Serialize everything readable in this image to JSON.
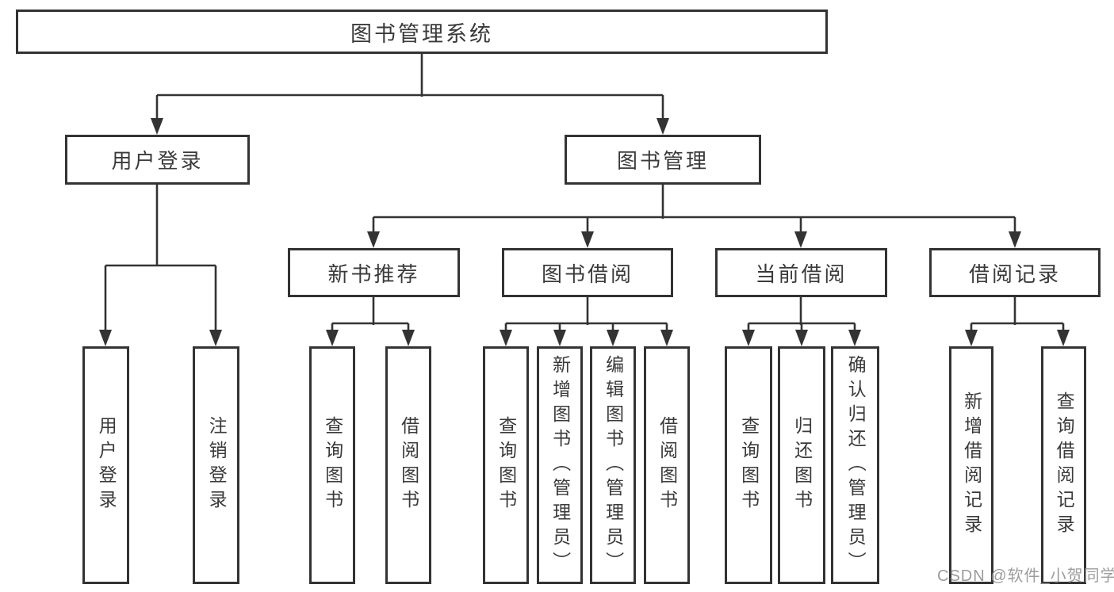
{
  "tree": {
    "root": {
      "label": "图书管理系统"
    },
    "branches": [
      {
        "label": "用户登录",
        "children": [
          {
            "label": "用户登录"
          },
          {
            "label": "注销登录"
          }
        ]
      },
      {
        "label": "图书管理",
        "children": [
          {
            "label": "新书推荐",
            "children": [
              {
                "label": "查询图书"
              },
              {
                "label": "借阅图书"
              }
            ]
          },
          {
            "label": "图书借阅",
            "children": [
              {
                "label": "查询图书"
              },
              {
                "label": "新增图书（管理员）"
              },
              {
                "label": "编辑图书（管理员）"
              },
              {
                "label": "借阅图书"
              }
            ]
          },
          {
            "label": "当前借阅",
            "children": [
              {
                "label": "查询图书"
              },
              {
                "label": "归还图书"
              },
              {
                "label": "确认归还（管理员）"
              }
            ]
          },
          {
            "label": "借阅记录",
            "children": [
              {
                "label": "新增借阅记录"
              },
              {
                "label": "查询借阅记录"
              }
            ]
          }
        ]
      }
    ]
  },
  "watermark": {
    "text": "CSDN @软件_小贺同学"
  },
  "colors": {
    "line": "#333333",
    "box_border": "#333333",
    "text": "#3a3a3a",
    "watermark": "#949494",
    "background": "#ffffff"
  }
}
